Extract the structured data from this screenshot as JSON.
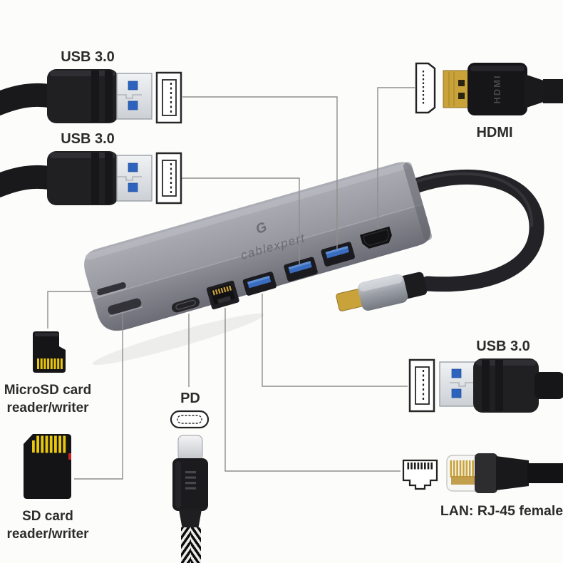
{
  "background": "#fcfcfb",
  "colors": {
    "callout_line": "#8e8e8e",
    "label_text": "#2c2c2c",
    "hub_body": "#8f8f97",
    "usb_port_blue": "#3a6dc0",
    "connector_gold": "#c9a23a",
    "card_pin_yellow": "#e9c70a"
  },
  "device": {
    "logo": "cablexpert",
    "ports": [
      "microsd-card-slot",
      "sd-card-slot",
      "usb-c-pd-port",
      "rj45-lan-port",
      "usb3-port-1",
      "usb3-port-2",
      "usb3-port-3",
      "hdmi-out-port",
      "usb-c-host-cable"
    ]
  },
  "callouts": {
    "usb_top_1": {
      "label": "USB 3.0"
    },
    "usb_top_2": {
      "label": "USB 3.0"
    },
    "hdmi": {
      "label": "HDMI",
      "plug_text": "HDMI"
    },
    "microsd": {
      "line1": "MicroSD card",
      "line2": "reader/writer"
    },
    "sd": {
      "line1": "SD card",
      "line2": "reader/writer"
    },
    "pd": {
      "label": "PD"
    },
    "usb_right": {
      "label": "USB 3.0"
    },
    "lan": {
      "label": "LAN: RJ-45 female"
    }
  }
}
